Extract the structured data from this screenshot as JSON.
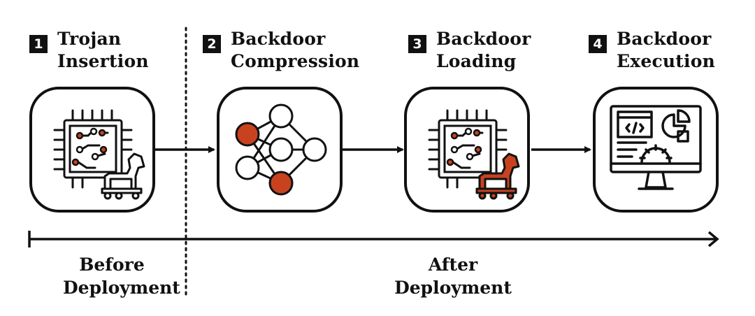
{
  "stages": [
    {
      "number": "1",
      "title_line1": "Trojan",
      "title_line2": "Insertion",
      "icon": "chip-with-trojan-horse-icon"
    },
    {
      "number": "2",
      "title_line1": "Backdoor",
      "title_line2": "Compression",
      "icon": "neural-network-icon"
    },
    {
      "number": "3",
      "title_line1": "Backdoor",
      "title_line2": "Loading",
      "icon": "chip-with-red-trojan-horse-icon"
    },
    {
      "number": "4",
      "title_line1": "Backdoor",
      "title_line2": "Execution",
      "icon": "monitor-dashboard-icon"
    }
  ],
  "timeline": {
    "before_line1": "Before",
    "before_line2": "Deployment",
    "after_line1": "After",
    "after_line2": "Deployment"
  },
  "colors": {
    "ink": "#111111",
    "accent": "#c8421f",
    "background": "#ffffff"
  }
}
